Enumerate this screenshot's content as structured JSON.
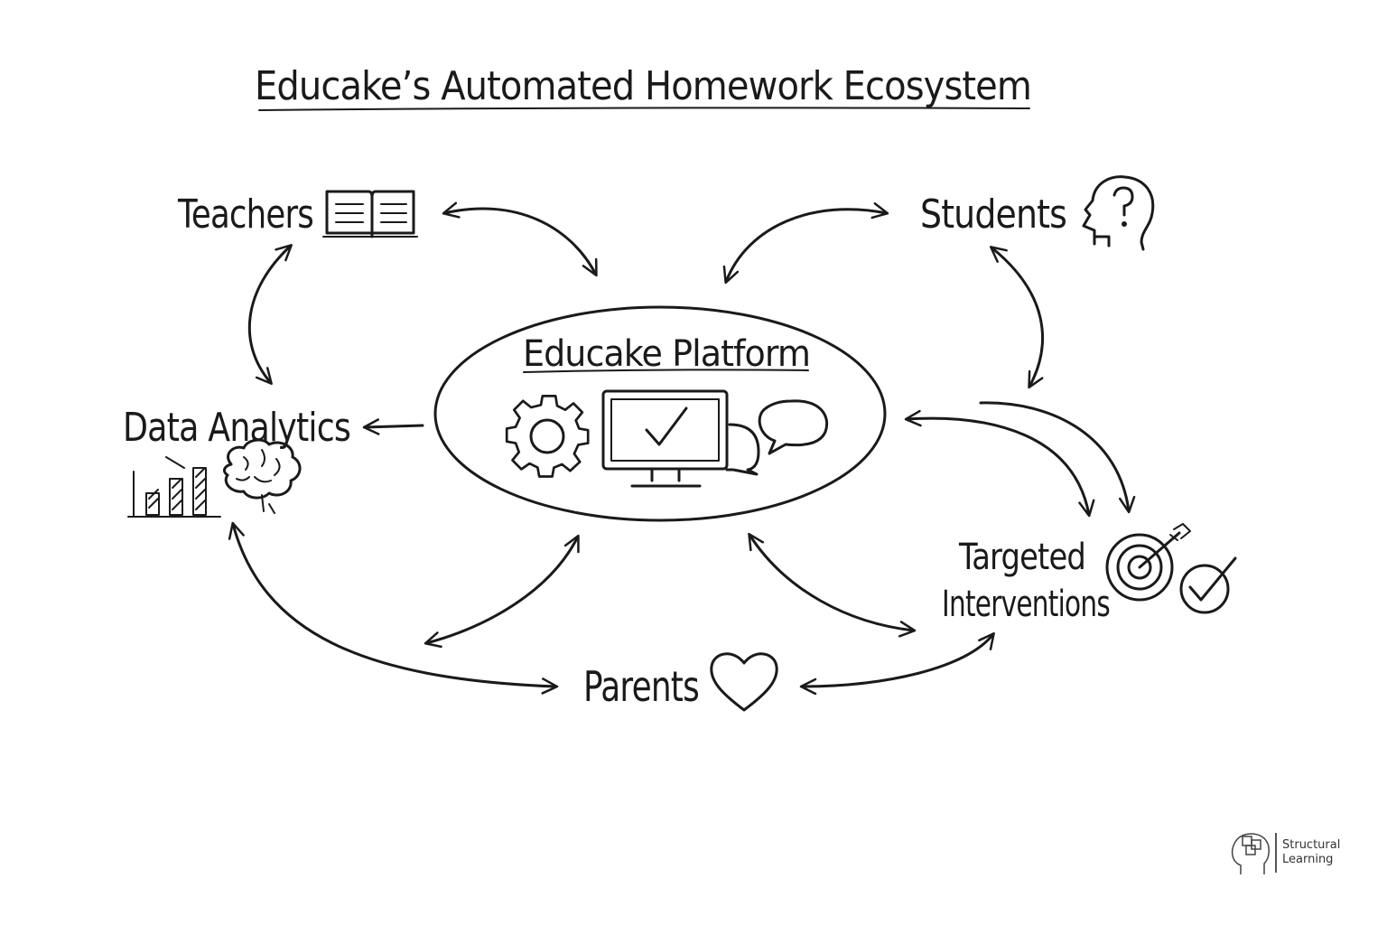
{
  "title": "Educake’s Automated Homework Ecosystem",
  "nodes": {
    "center": {
      "label": "Educake Platform",
      "icons": [
        "gear-icon",
        "monitor-check-icon",
        "speech-bubbles-icon"
      ]
    },
    "teachers": {
      "label": "Teachers",
      "icon": "open-book-icon"
    },
    "students": {
      "label": "Students",
      "icon": "head-question-icon"
    },
    "analytics": {
      "label": "Data Analytics",
      "icons": [
        "bar-chart-icon",
        "brain-icon"
      ]
    },
    "interventions": {
      "line1": "Targeted",
      "line2": "Interventions",
      "icons": [
        "target-arrow-icon",
        "check-circle-icon"
      ]
    },
    "parents": {
      "label": "Parents",
      "icon": "heart-icon"
    }
  },
  "connections": [
    {
      "from": "Teachers",
      "to": "Educake Platform",
      "direction": "both"
    },
    {
      "from": "Students",
      "to": "Educake Platform",
      "direction": "both"
    },
    {
      "from": "Teachers",
      "to": "Data Analytics",
      "direction": "both"
    },
    {
      "from": "Students",
      "to": "Targeted Interventions",
      "direction": "both"
    },
    {
      "from": "Educake Platform",
      "to": "Data Analytics",
      "direction": "forward"
    },
    {
      "from": "Educake Platform",
      "to": "Targeted Interventions",
      "direction": "both"
    },
    {
      "from": "Educake Platform",
      "to": "Parents",
      "direction": "both"
    },
    {
      "from": "Data Analytics",
      "to": "Parents",
      "direction": "both"
    },
    {
      "from": "Parents",
      "to": "Targeted Interventions",
      "direction": "both"
    }
  ],
  "brand": {
    "line1": "Structural",
    "line2": "Learning",
    "icon": "brain-head-logo-icon"
  }
}
